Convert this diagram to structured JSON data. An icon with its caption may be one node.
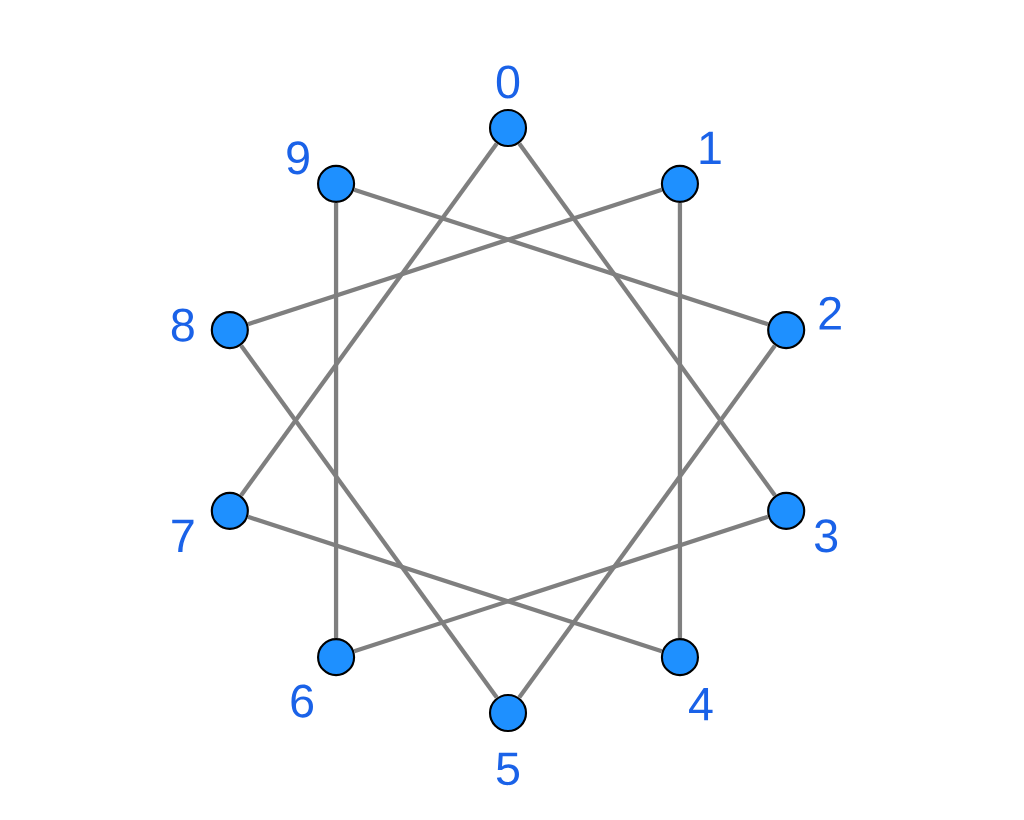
{
  "diagram": {
    "nodes": [
      {
        "text": [],
        "shape": "circle",
        "beside": [
          "0"
        ]
      },
      {
        "text": [],
        "shape": "circle",
        "beside": [
          "1"
        ]
      },
      {
        "text": [],
        "shape": "circle",
        "beside": [
          "2"
        ]
      },
      {
        "text": [],
        "shape": "circle",
        "beside": [
          "3"
        ]
      },
      {
        "text": [],
        "shape": "circle",
        "beside": [
          "4"
        ]
      },
      {
        "text": [],
        "shape": "circle",
        "beside": [
          "5"
        ]
      },
      {
        "text": [],
        "shape": "circle",
        "beside": [
          "6"
        ]
      },
      {
        "text": [],
        "shape": "circle",
        "beside": [
          "7"
        ]
      },
      {
        "text": [],
        "shape": "circle",
        "beside": [
          "8"
        ]
      },
      {
        "text": [],
        "shape": "circle",
        "beside": [
          "9"
        ]
      }
    ],
    "edges": [
      {
        "from": 0,
        "to": 3,
        "arrow": "none"
      },
      {
        "from": 0,
        "to": 7,
        "arrow": "none"
      },
      {
        "from": 1,
        "to": 4,
        "arrow": "none"
      },
      {
        "from": 1,
        "to": 8,
        "arrow": "none"
      },
      {
        "from": 2,
        "to": 5,
        "arrow": "none"
      },
      {
        "from": 2,
        "to": 9,
        "arrow": "none"
      },
      {
        "from": 3,
        "to": 6,
        "arrow": "none"
      },
      {
        "from": 4,
        "to": 7,
        "arrow": "none"
      },
      {
        "from": 5,
        "to": 8,
        "arrow": "none"
      },
      {
        "from": 6,
        "to": 9,
        "arrow": "none"
      }
    ]
  }
}
